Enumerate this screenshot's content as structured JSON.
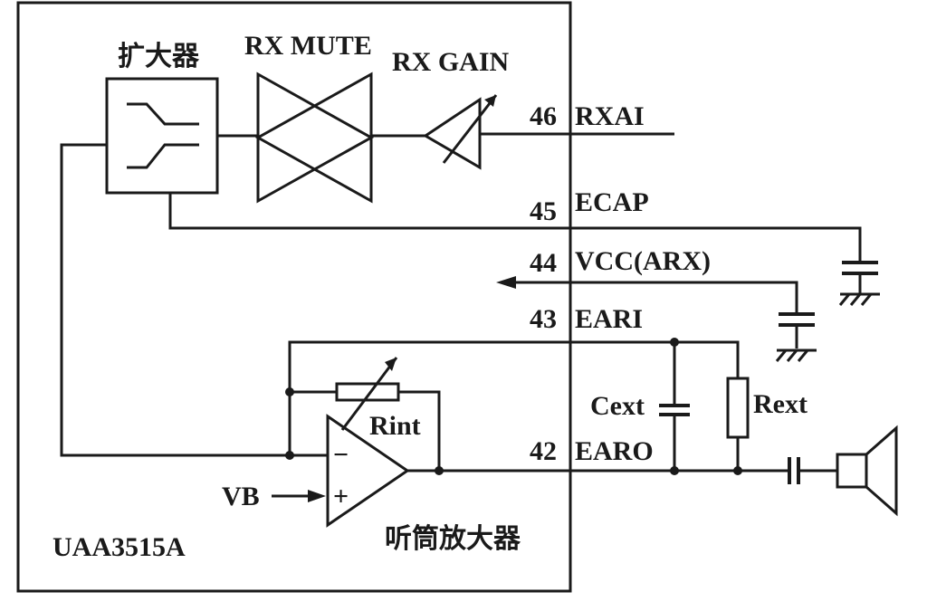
{
  "chip_name": "UAA3515A",
  "blocks": {
    "amplifier": "扩大器",
    "rx_mute": "RX MUTE",
    "rx_gain": "RX GAIN",
    "earpiece_amp": "听筒放大器"
  },
  "pins": [
    {
      "number": "46",
      "name": "RXAI"
    },
    {
      "number": "45",
      "name": "ECAP"
    },
    {
      "number": "44",
      "name": "VCC(ARX)"
    },
    {
      "number": "43",
      "name": "EARI"
    },
    {
      "number": "42",
      "name": "EARO"
    }
  ],
  "components": {
    "rint": "Rint",
    "cext": "Cext",
    "rext": "Rext",
    "vb": "VB"
  },
  "opamp_signs": {
    "minus": "−",
    "plus": "+"
  }
}
